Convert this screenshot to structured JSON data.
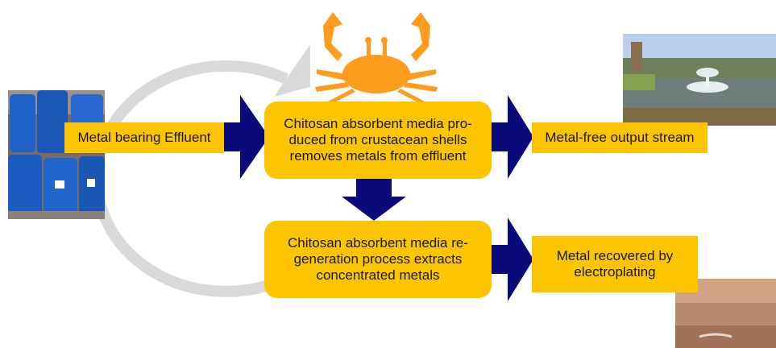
{
  "nodes": {
    "input": "Metal bearing Effluent",
    "absorb": "Chitosan absorbent media pro-\nduced from crustacean shells\nremoves metals from effluent",
    "output": "Metal-free output stream",
    "regen": "Chitosan absorbent media re-\ngeneration process extracts\nconcentrated metals",
    "recovered": "Metal recovered by\nelectroplating"
  },
  "colors": {
    "box_fill": "#fdc400",
    "arrow_fill": "#0a0a78",
    "crab": "#ff9c1e",
    "cycle_arrow": "#d9d9d9"
  },
  "icons": {
    "crab": "crab-icon",
    "drums": "blue-barrels-photo",
    "pond": "fountain-pond-photo",
    "copper": "copper-sheet-photo"
  }
}
